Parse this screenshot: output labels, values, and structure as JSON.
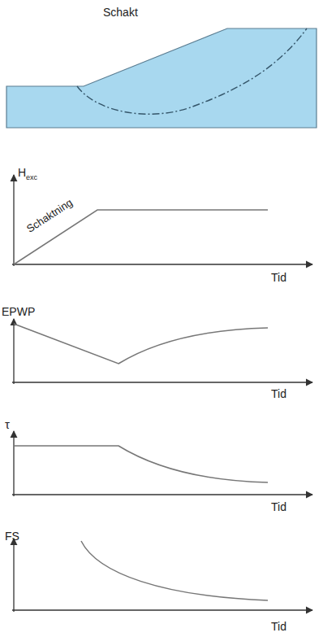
{
  "diagram": {
    "labels": [
      "Schakt",
      "H",
      "exc",
      "Schaktning",
      "Tid",
      "EPWP",
      "Tid",
      "τ",
      "Tid",
      "FS",
      "Tid"
    ]
  }
}
